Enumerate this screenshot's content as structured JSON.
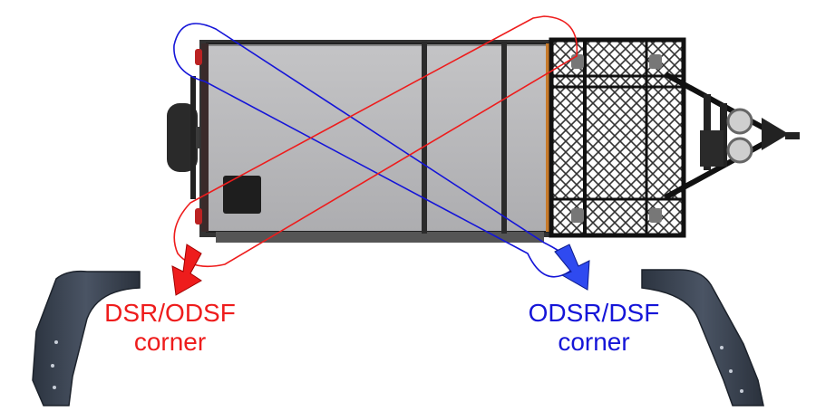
{
  "colors": {
    "red": "#ee1c1c",
    "blue": "#1515d8",
    "trailer_body": "#b7b7b9",
    "frame": "#222222",
    "fender": "#3d4654"
  },
  "labels": {
    "left": {
      "line1": "DSR/ODSF",
      "line2": "corner",
      "color": "#ee1c1c"
    },
    "right": {
      "line1": "ODSR/DSF",
      "line2": "corner",
      "color": "#1515d8"
    }
  }
}
